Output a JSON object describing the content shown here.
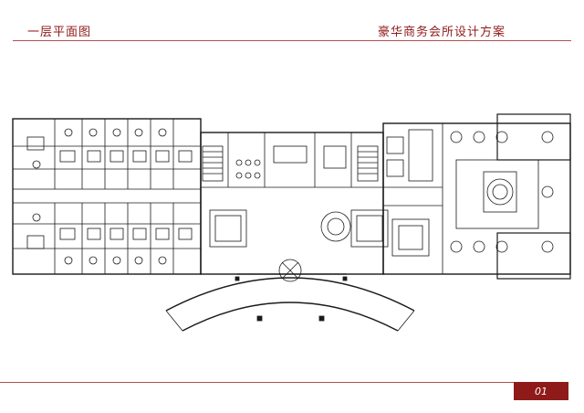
{
  "header": {
    "left_title": "一层平面图",
    "right_title": "豪华商务会所设计方案"
  },
  "footer": {
    "page_number": "01"
  },
  "colors": {
    "accent": "#8f1a1a",
    "rule": "#b05050",
    "line": "#1a1a1a"
  }
}
